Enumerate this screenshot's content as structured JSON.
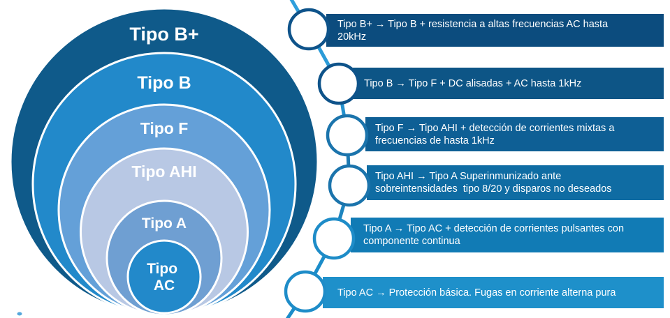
{
  "venn": {
    "rings": [
      {
        "label": "Tipo B+",
        "fill": "#0F5A8A"
      },
      {
        "label": "Tipo B",
        "fill": "#2289CA"
      },
      {
        "label": "Tipo F",
        "fill": "#64A0D8"
      },
      {
        "label": "Tipo AHI",
        "fill": "#B8C8E4"
      },
      {
        "label": "Tipo A",
        "fill": "#6F9FD2"
      },
      {
        "label": "Tipo AC",
        "label_lines": [
          "Tipo",
          "AC"
        ],
        "fill": "#2289CA"
      }
    ]
  },
  "timeline": {
    "items": [
      {
        "text": "Tipo B+ → Tipo B + resistencia a altas frecuencias AC hasta\n20kHz",
        "bar_color": "#0C4C7E",
        "node_color": "#0E538A"
      },
      {
        "text": "Tipo B → Tipo F + DC alisadas + AC hasta 1kHz",
        "bar_color": "#0D5586",
        "node_color": "#0E538A"
      },
      {
        "text": "Tipo F → Tipo AHI + detección de corrientes mixtas a\nfrecuencias de hasta 1kHz",
        "bar_color": "#0E5F95",
        "node_color": "#1B74AC"
      },
      {
        "text": "Tipo AHI → Tipo A Superinmunizado ante\nsobreintensidades  tipo 8/20 y disparos no deseados",
        "bar_color": "#0F6CA3",
        "node_color": "#1B74AC"
      },
      {
        "text": "Tipo A → Tipo AC + detección de corrientes pulsantes con\ncomponente continua",
        "bar_color": "#117BB5",
        "node_color": "#1E8CC8"
      },
      {
        "text": "Tipo AC → Protección básica. Fugas en corriente alterna pura",
        "bar_color": "#1E90CA",
        "node_color": "#1E8CC8"
      }
    ],
    "segment_colors": [
      "#2F9FDC",
      "#2B9BD8",
      "#2492CF",
      "#1D7AB2",
      "#1D84BE",
      "#1B8CC9",
      "#1B8CC9"
    ]
  },
  "decor": {
    "bottom_left_tick_color": "#56A8DC"
  }
}
